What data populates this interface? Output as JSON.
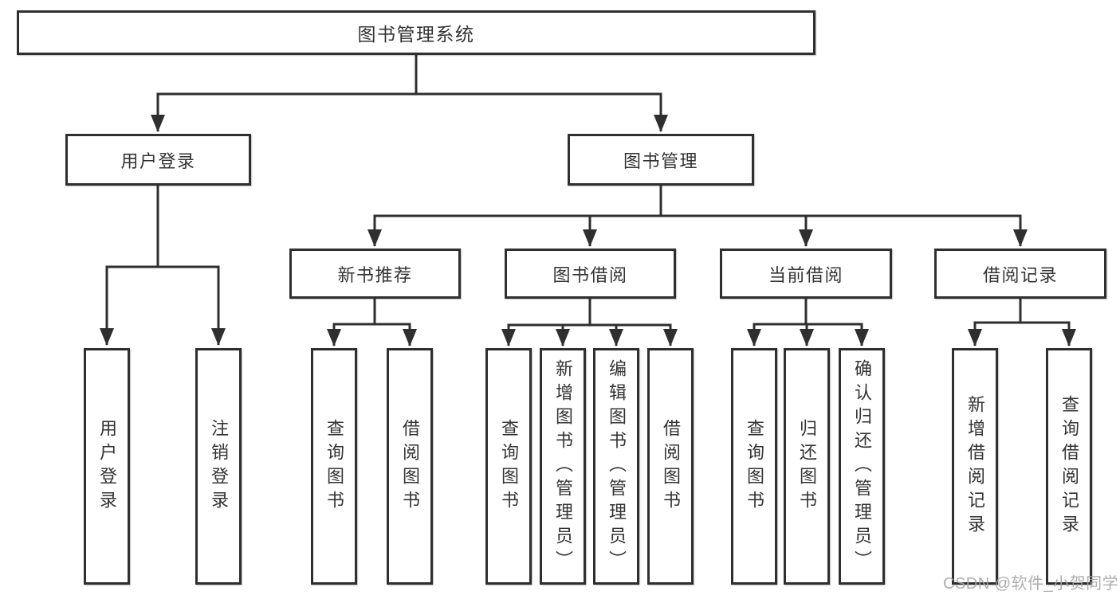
{
  "diagram": {
    "title": "图书管理系统",
    "level2": [
      {
        "label": "用户登录",
        "parent": "图书管理系统"
      },
      {
        "label": "图书管理",
        "parent": "图书管理系统"
      }
    ],
    "level3": [
      {
        "label": "新书推荐",
        "parent": "图书管理"
      },
      {
        "label": "图书借阅",
        "parent": "图书管理"
      },
      {
        "label": "当前借阅",
        "parent": "图书管理"
      },
      {
        "label": "借阅记录",
        "parent": "图书管理"
      }
    ],
    "leaves": [
      {
        "label": "用户登录",
        "parent": "用户登录"
      },
      {
        "label": "注销登录",
        "parent": "用户登录"
      },
      {
        "label": "查询图书",
        "parent": "新书推荐"
      },
      {
        "label": "借阅图书",
        "parent": "新书推荐"
      },
      {
        "label": "查询图书",
        "parent": "图书借阅"
      },
      {
        "label": "新增图书（管理员）",
        "parent": "图书借阅"
      },
      {
        "label": "编辑图书（管理员）",
        "parent": "图书借阅"
      },
      {
        "label": "借阅图书",
        "parent": "图书借阅"
      },
      {
        "label": "查询图书",
        "parent": "当前借阅"
      },
      {
        "label": "归还图书",
        "parent": "当前借阅"
      },
      {
        "label": "确认归还（管理员）",
        "parent": "当前借阅"
      },
      {
        "label": "新增借阅记录",
        "parent": "借阅记录"
      },
      {
        "label": "查询借阅记录",
        "parent": "借阅记录"
      }
    ]
  },
  "watermark": {
    "text": "CSDN @软件_小贺同学"
  },
  "colors": {
    "line": "#2f2f2f",
    "text": "#333333",
    "box_background": "#ffffff",
    "page_background": "#ffffff",
    "watermark": "#a6a6a6"
  }
}
